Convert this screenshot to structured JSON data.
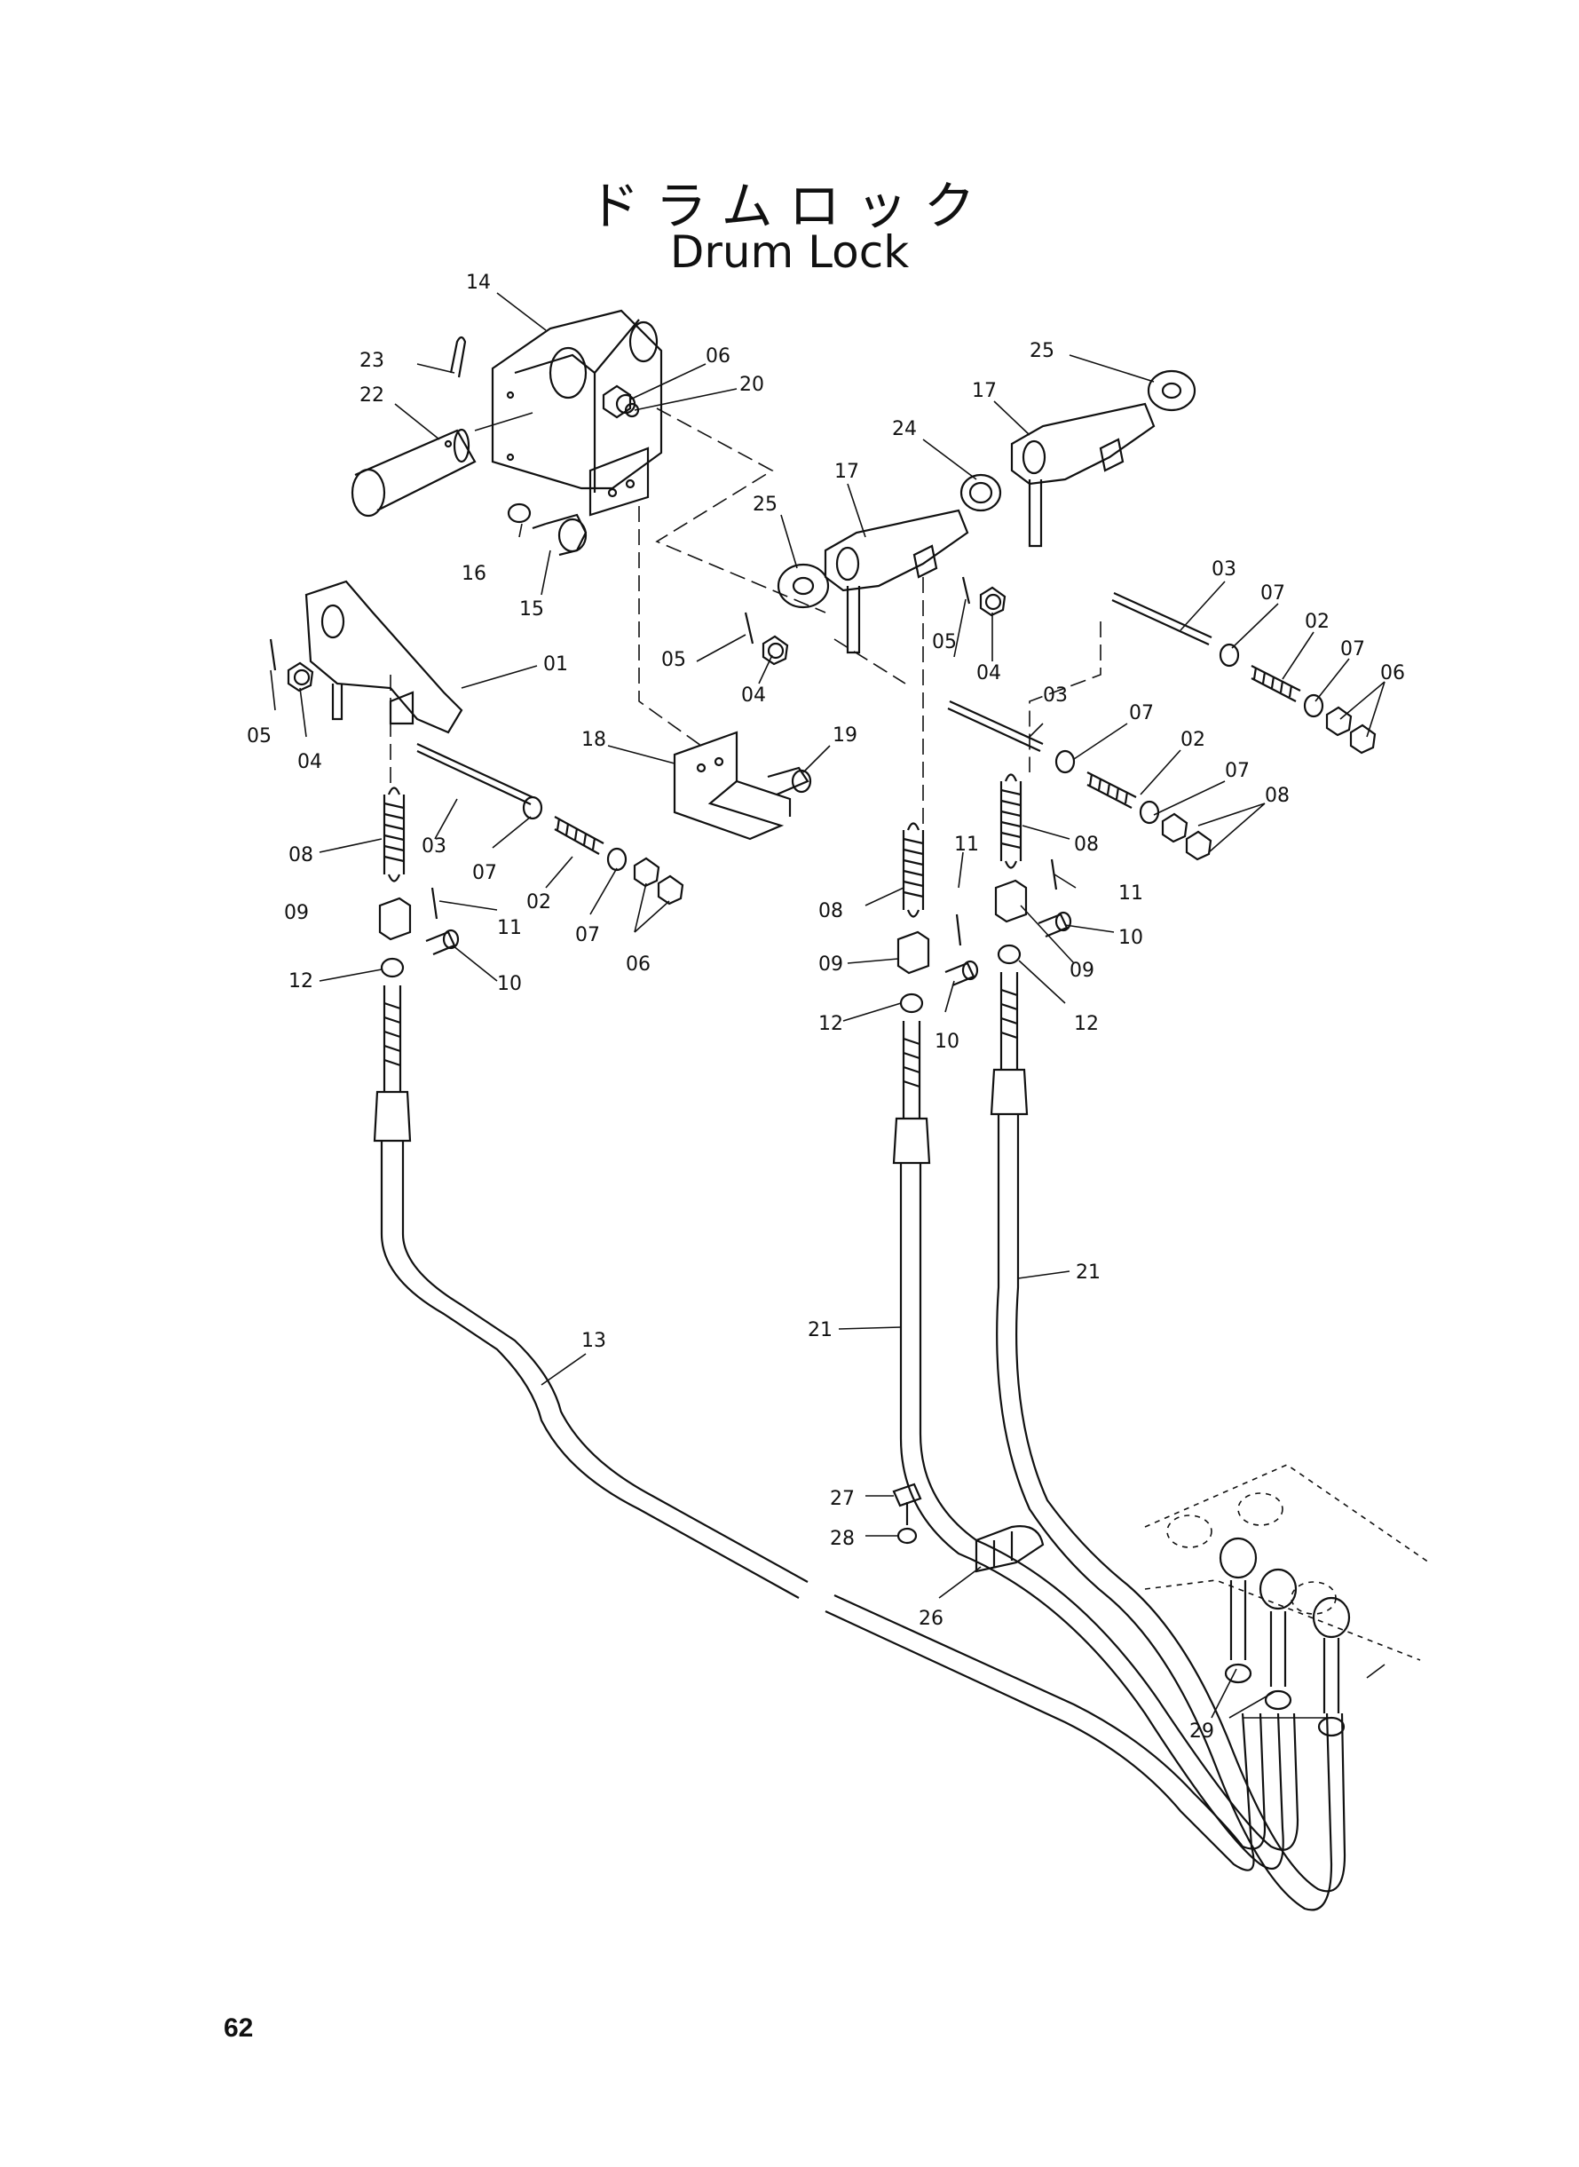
{
  "title": {
    "jp": "ドラムロック",
    "en": "Drum Lock"
  },
  "page_number": "62",
  "labels": {
    "l14": "14",
    "l23": "23",
    "l22": "22",
    "l06a": "06",
    "l20": "20",
    "l25a": "25",
    "l17a": "17",
    "l24": "24",
    "l17b": "17",
    "l25b": "25",
    "l16": "16",
    "l15": "15",
    "l03a": "03",
    "l07a": "07",
    "l02a": "02",
    "l07b": "07",
    "l06b": "06",
    "l05a": "05",
    "l04a": "04",
    "l05b": "05",
    "l04b": "04",
    "l01": "01",
    "l05c": "05",
    "l04c": "04",
    "l18": "18",
    "l19": "19",
    "l03b": "03",
    "l07c": "07",
    "l02b": "02",
    "l07d": "07",
    "l08a": "08",
    "l08b": "08",
    "l03c": "03",
    "l07e": "07",
    "l02c": "02",
    "l07f": "07",
    "l06c": "06",
    "l08c": "08",
    "l11a": "11",
    "l08d": "08",
    "l09a": "09",
    "l11b": "11",
    "l10a": "10",
    "l12a": "12",
    "l11c": "11",
    "l10b": "10",
    "l09b": "09",
    "l09c": "09",
    "l12b": "12",
    "l10c": "10",
    "l12c": "12",
    "l21a": "21",
    "l21b": "21",
    "l13": "13",
    "l27": "27",
    "l28": "28",
    "l26": "26",
    "l29": "29"
  }
}
